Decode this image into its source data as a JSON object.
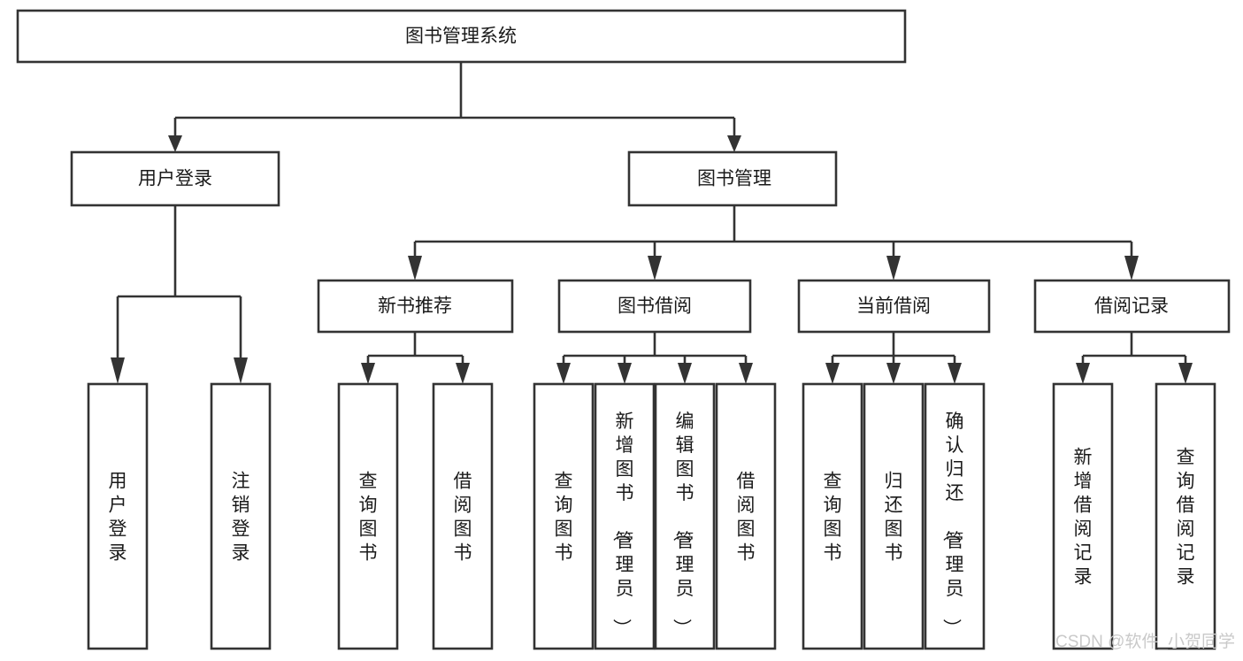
{
  "diagram": {
    "title": "图书管理系统",
    "type": "tree-hierarchy-chart",
    "root": {
      "id": "root",
      "label": "图书管理系统",
      "orientation": "horizontal"
    },
    "level1": [
      {
        "id": "user-login",
        "label": "用户登录",
        "orientation": "horizontal"
      },
      {
        "id": "book-manage",
        "label": "图书管理",
        "orientation": "horizontal"
      }
    ],
    "level2": [
      {
        "id": "new-book-rec",
        "label": "新书推荐",
        "orientation": "horizontal",
        "parent": "book-manage"
      },
      {
        "id": "book-borrow",
        "label": "图书借阅",
        "orientation": "horizontal",
        "parent": "book-manage"
      },
      {
        "id": "current-borrow",
        "label": "当前借阅",
        "orientation": "horizontal",
        "parent": "book-manage"
      },
      {
        "id": "borrow-record",
        "label": "借阅记录",
        "orientation": "horizontal",
        "parent": "book-manage"
      }
    ],
    "leaves": [
      {
        "id": "leaf-user-login",
        "label": "用户登录",
        "orientation": "vertical",
        "parent": "user-login"
      },
      {
        "id": "leaf-logout-login",
        "label": "注销登录",
        "orientation": "vertical",
        "parent": "user-login"
      },
      {
        "id": "leaf-query-book-1",
        "label": "查询图书",
        "orientation": "vertical",
        "parent": "new-book-rec"
      },
      {
        "id": "leaf-borrow-book-1",
        "label": "借阅图书",
        "orientation": "vertical",
        "parent": "new-book-rec"
      },
      {
        "id": "leaf-query-book-2",
        "label": "查询图书",
        "orientation": "vertical",
        "parent": "book-borrow"
      },
      {
        "id": "leaf-add-book",
        "label": "新增图书（管理员）",
        "orientation": "vertical",
        "parent": "book-borrow"
      },
      {
        "id": "leaf-edit-book",
        "label": "编辑图书（管理员）",
        "orientation": "vertical",
        "parent": "book-borrow"
      },
      {
        "id": "leaf-borrow-book-2",
        "label": "借阅图书",
        "orientation": "vertical",
        "parent": "book-borrow"
      },
      {
        "id": "leaf-query-book-3",
        "label": "查询图书",
        "orientation": "vertical",
        "parent": "current-borrow"
      },
      {
        "id": "leaf-return-book",
        "label": "归还图书",
        "orientation": "vertical",
        "parent": "current-borrow"
      },
      {
        "id": "leaf-confirm-return",
        "label": "确认归还（管理员）",
        "orientation": "vertical",
        "parent": "current-borrow"
      },
      {
        "id": "leaf-add-record",
        "label": "新增借阅记录",
        "orientation": "vertical",
        "parent": "borrow-record"
      },
      {
        "id": "leaf-query-record",
        "label": "查询借阅记录",
        "orientation": "vertical",
        "parent": "borrow-record"
      }
    ],
    "colors": {
      "box_stroke": "#333333",
      "box_fill": "#ffffff",
      "text": "#1a1a1a",
      "background": "#ffffff",
      "watermark": "#c9c9c9"
    }
  },
  "watermark": {
    "text": "CSDN @软件_小贺同学"
  }
}
